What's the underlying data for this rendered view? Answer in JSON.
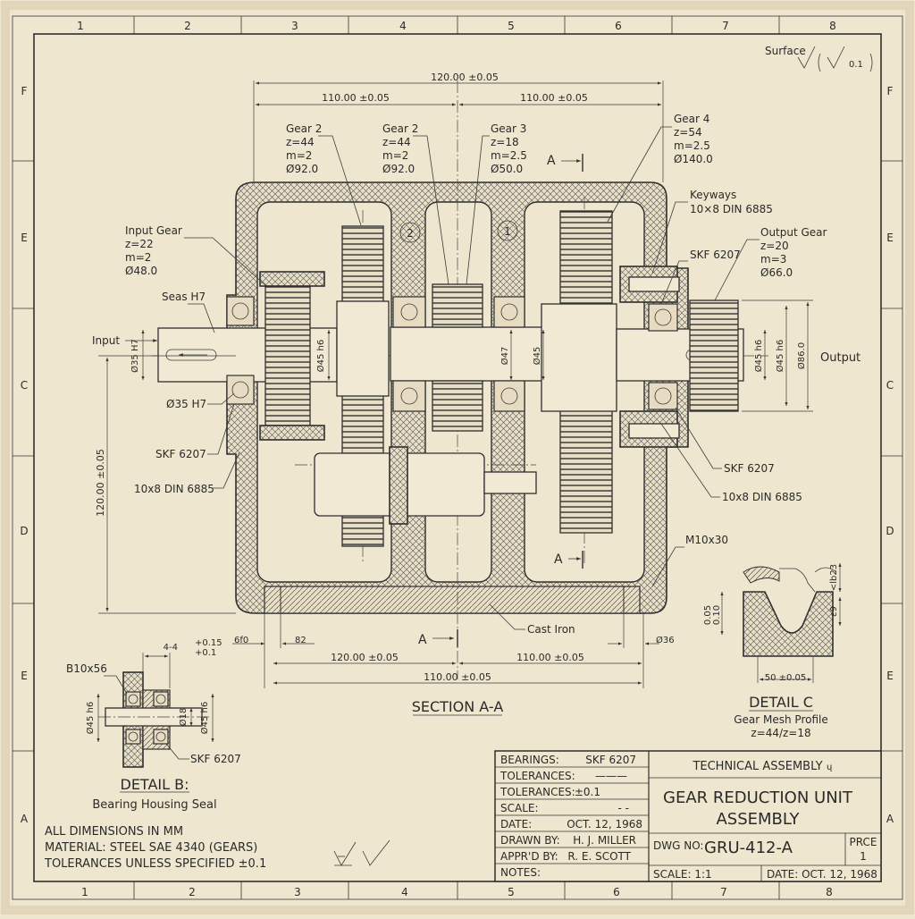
{
  "grid": {
    "columns": [
      "1",
      "2",
      "3",
      "4",
      "5",
      "6",
      "7",
      "8"
    ],
    "rows_left": [
      "F",
      "E",
      "C",
      "D",
      "E",
      "A"
    ],
    "rows_right": [
      "F",
      "E",
      "C",
      "D",
      "E",
      "A"
    ]
  },
  "surface_note": {
    "label": "Surface",
    "value": "0.1"
  },
  "section_view": {
    "title": "SECTION A-A",
    "section_marker": "A",
    "dims": {
      "overall_top": "120.00 ±0.05",
      "top_left": "110.00 ±0.05",
      "top_right": "110.00 ±0.05",
      "height_left": "120.00 ±0.05",
      "bottom_left": "120.00 ±0.05",
      "bottom_right": "110.00 ±0.05",
      "bottom_overall": "110.00 ±0.05",
      "foot_left": "6f0",
      "foot_mid": "82",
      "foot_right": "Ø36",
      "input_dia": "Ø35 H7",
      "shaft1_dia": "Ø45 h6",
      "shaft2_dia_a": "Ø47",
      "shaft2_dia_b": "Ø45",
      "output_dia_a": "Ø45 h6",
      "output_dia_b": "Ø45 h6",
      "output_dia_c": "Ø86.0"
    },
    "callouts": {
      "gear2a": [
        "Gear 2",
        "z=44",
        "m=2",
        "Ø92.0"
      ],
      "gear2b": [
        "Gear 2",
        "z=44",
        "m=2",
        "Ø92.0"
      ],
      "gear3": [
        "Gear 3",
        "z=18",
        "m=2.5",
        "Ø50.0"
      ],
      "gear4": [
        "Gear 4",
        "z=54",
        "m=2.5",
        "Ø140.0"
      ],
      "input_gear": [
        "Input Gear",
        "z=22",
        "m=2",
        "Ø48.0"
      ],
      "output_gear": [
        "Output Gear",
        "z=20",
        "m=3",
        "Ø66.0"
      ],
      "keyways": [
        "Keyways",
        "10×8 DIN 6885"
      ],
      "skf_right_top": "SKF 6207",
      "seas": "Seas H7",
      "input": "Input",
      "output": "Output",
      "dia35": "Ø35 H7",
      "skf_left": "SKF 6207",
      "din_left": "10x8 DIN 6885",
      "skf_right_bottom": "SKF 6207",
      "din_right": "10x8 DIN 6885",
      "m10": "M10x30",
      "cast_iron": "Cast Iron",
      "balloon1": "1",
      "balloon2": "2"
    }
  },
  "detail_b": {
    "title": "DETAIL B:",
    "subtitle": "Bearing Housing Seal",
    "b10": "B10x56",
    "tol": "4-4",
    "tol_up": "+0.15",
    "tol_dn": "+0.1",
    "d45a": "Ø45 h6",
    "d18": "Ø18",
    "d45b": "Ø45 h6",
    "skf": "SKF 6207"
  },
  "detail_c": {
    "title": "DETAIL C",
    "subtitle": "Gear Mesh Profile",
    "ratio": "z=44/z=18",
    "dim_top": "<lb23",
    "dim_mid": "ε9",
    "dim_left_a": "0.05",
    "dim_left_b": "0.10",
    "dim_bottom": "50 ±0.05"
  },
  "notes": [
    "ALL DIMENSIONS IN MM",
    "MATERIAL: STEEL SAE 4340 (GEARS)",
    "TOLERANCES UNLESS SPECIFIED ±0.1"
  ],
  "title_block": {
    "rows": [
      {
        "label": "BEARINGS:",
        "value": "SKF 6207"
      },
      {
        "label": "TOLERANCES:",
        "value": "———"
      },
      {
        "label": "TOLERANCES:",
        "value": "±0.1"
      },
      {
        "label": "SCALE:",
        "value": "- -"
      },
      {
        "label": "DATE:",
        "value": "OCT. 12, 1968"
      },
      {
        "label": "DRAWN BY:",
        "value": "H. J. MILLER"
      },
      {
        "label": "APPR'D BY:",
        "value": "R. E. SCOTT"
      },
      {
        "label": "NOTES:",
        "value": ""
      }
    ],
    "header": "TECHNICAL ASSEMBLY",
    "header_mark": "ų",
    "title_line1": "GEAR REDUCTION UNIT",
    "title_line2": "ASSEMBLY",
    "dwg_label": "DWG NO:",
    "dwg_no": "GRU-412-A",
    "prce_label": "PRCE",
    "prce_value": "1",
    "scale": "SCALE: 1:1",
    "date": "DATE:  OCT. 12, 1968"
  }
}
